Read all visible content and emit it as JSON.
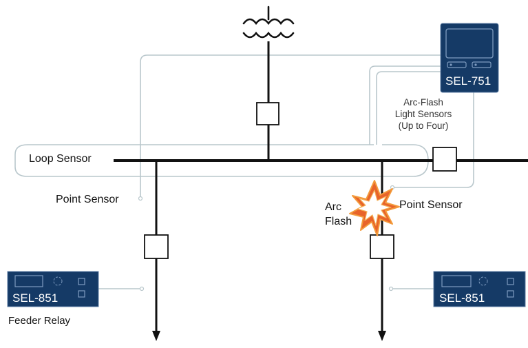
{
  "relay_top": {
    "name": "SEL-751"
  },
  "relay_left": {
    "name": "SEL-851",
    "caption": "Feeder Relay"
  },
  "relay_right": {
    "name": "SEL-851"
  },
  "labels": {
    "loop_sensor": "Loop Sensor",
    "point_sensor_left": "Point Sensor",
    "point_sensor_right": "Point Sensor",
    "arc_flash_line1": "Arc",
    "arc_flash_line2": "Flash",
    "light_sensors_line1": "Arc-Flash",
    "light_sensors_line2": "Light Sensors",
    "light_sensors_line3": "(Up to Four)"
  },
  "colors": {
    "device_fill": "#153a66",
    "device_border": "#5f7fa6",
    "bus": "#111111",
    "sensor_fiber": "#b9c7cc",
    "arc_outer": "#e8642a",
    "arc_inner": "#ffffff"
  }
}
